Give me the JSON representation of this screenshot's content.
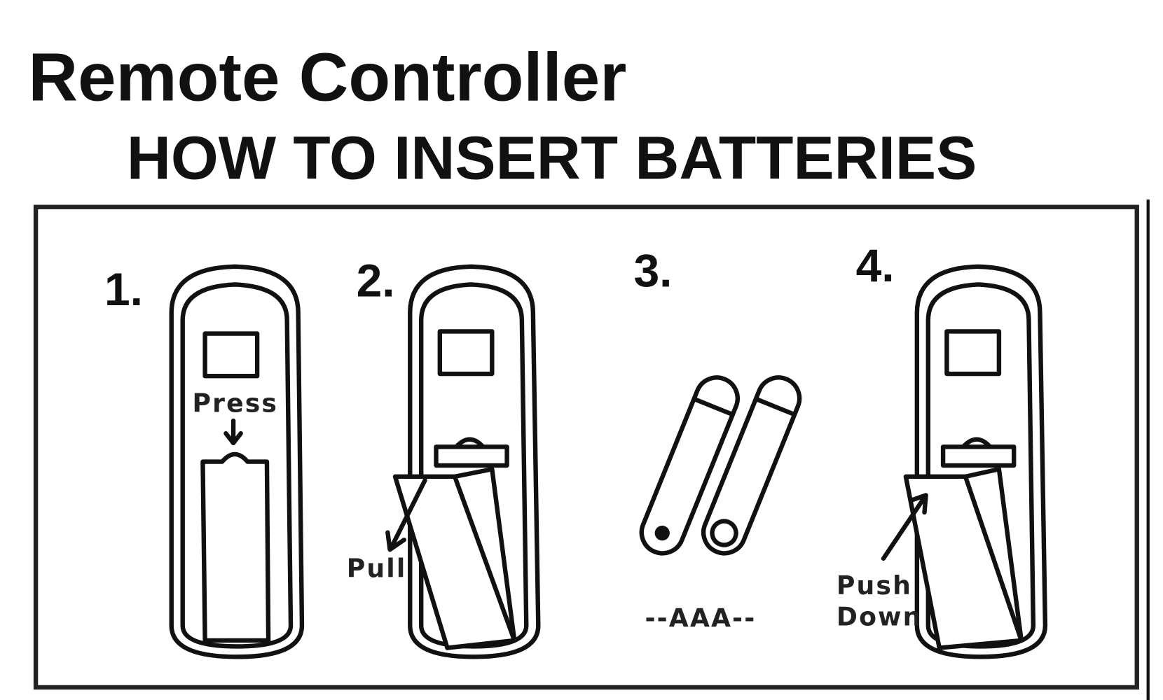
{
  "title": "Remote Controller",
  "subtitle": "HOW TO INSERT BATTERIES",
  "steps": [
    {
      "number": "1.",
      "label": "Press"
    },
    {
      "number": "2.",
      "label": "Pull"
    },
    {
      "number": "3.",
      "label": "--AAA--"
    },
    {
      "number": "4.",
      "label_line1": "Push",
      "label_line2": "Down"
    }
  ]
}
